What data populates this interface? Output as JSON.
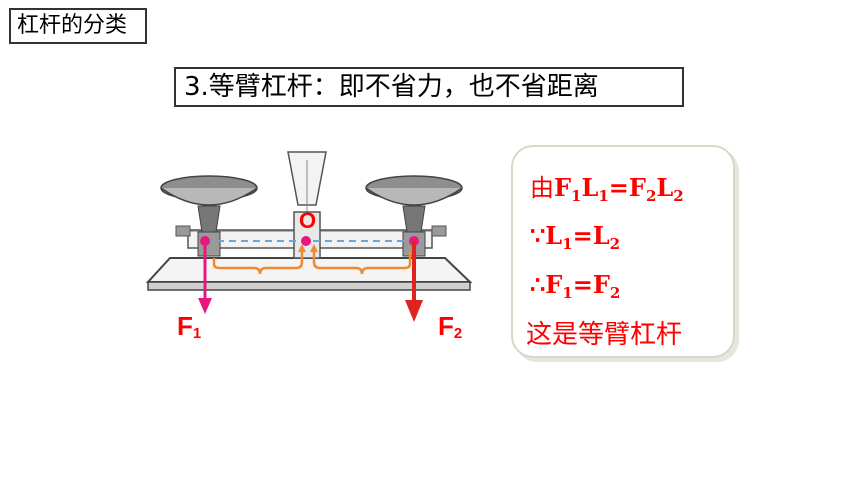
{
  "title": "杠杆的分类",
  "subtitle": "3.等臂杠杆：即不省力，也不省距离",
  "figure": {
    "pivot_label": "O",
    "force_left_label": "F",
    "force_left_sub": "1",
    "force_right_label": "F",
    "force_right_sub": "2"
  },
  "notes": {
    "line1_prefix": "由",
    "line1_eq": [
      "F",
      "1",
      "L",
      "1",
      "=F",
      "2",
      "L",
      "2"
    ],
    "line2_symbol": "∵",
    "line2_eq": [
      "L",
      "1",
      "=L",
      "2"
    ],
    "line3_symbol": "∴",
    "line3_eq": [
      "F",
      "1",
      "=F",
      "2"
    ],
    "conclusion": "这是等臂杠杆"
  },
  "colors": {
    "red": "#ff0000",
    "pink": "#e8177d",
    "orange": "#f08a30",
    "dash_blue": "#6aa6d8"
  }
}
